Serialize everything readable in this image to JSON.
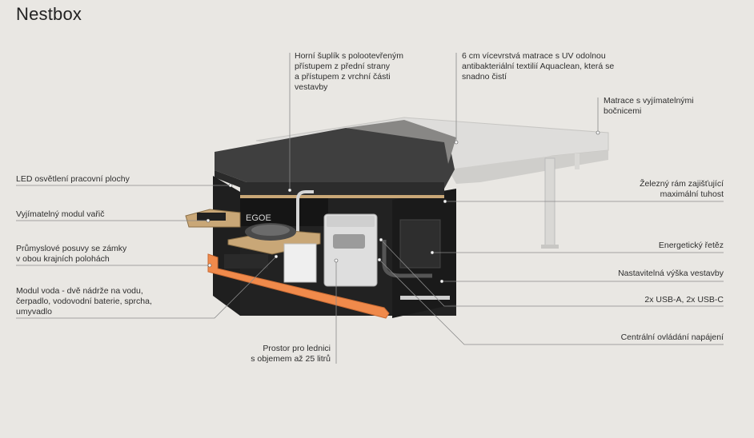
{
  "title": "Nestbox",
  "brand_mark": "EGOE",
  "colors": {
    "background": "#e9e7e3",
    "accent_orange": "#f08a4b",
    "frame_black": "#1b1b1b",
    "mattress_dark": "#3d3d3d",
    "mattress_light": "#dcdcdc",
    "leader_line": "#8a8a8a"
  },
  "labels": {
    "top_drawer": "Horní šuplík s polootevřeným\npřístupem  z přední strany\na přístupem z vrchní části\nvestavby",
    "mattress": "6 cm vícevrstvá matrace s UV odolnou\nantibakteriální textilií Aquaclean, která se\nsnadno čistí",
    "mattress_removable": "Matrace s vyjímatelnými\nbočnicemi",
    "led": "LED osvětlení pracovní plochy",
    "cooker": "Vyjímatelný modul vařič",
    "slides": "Průmyslové posuvy se zámky\nv obou krajních polohách",
    "water": "Modul voda - dvě nádrže na vodu,\nčerpadlo, vodovodní baterie, sprcha,\numyvadlo",
    "fridge": "Prostor pro lednici\ns objemem až 25 litrů",
    "frame": "Železný rám zajišťující\nmaximální tuhost",
    "chain": "Energetický řetěz",
    "height": "Nastavitelná výška vestavby",
    "usb": "2x USB-A, 2x USB-C",
    "power": "Centrální ovládání napájení"
  }
}
